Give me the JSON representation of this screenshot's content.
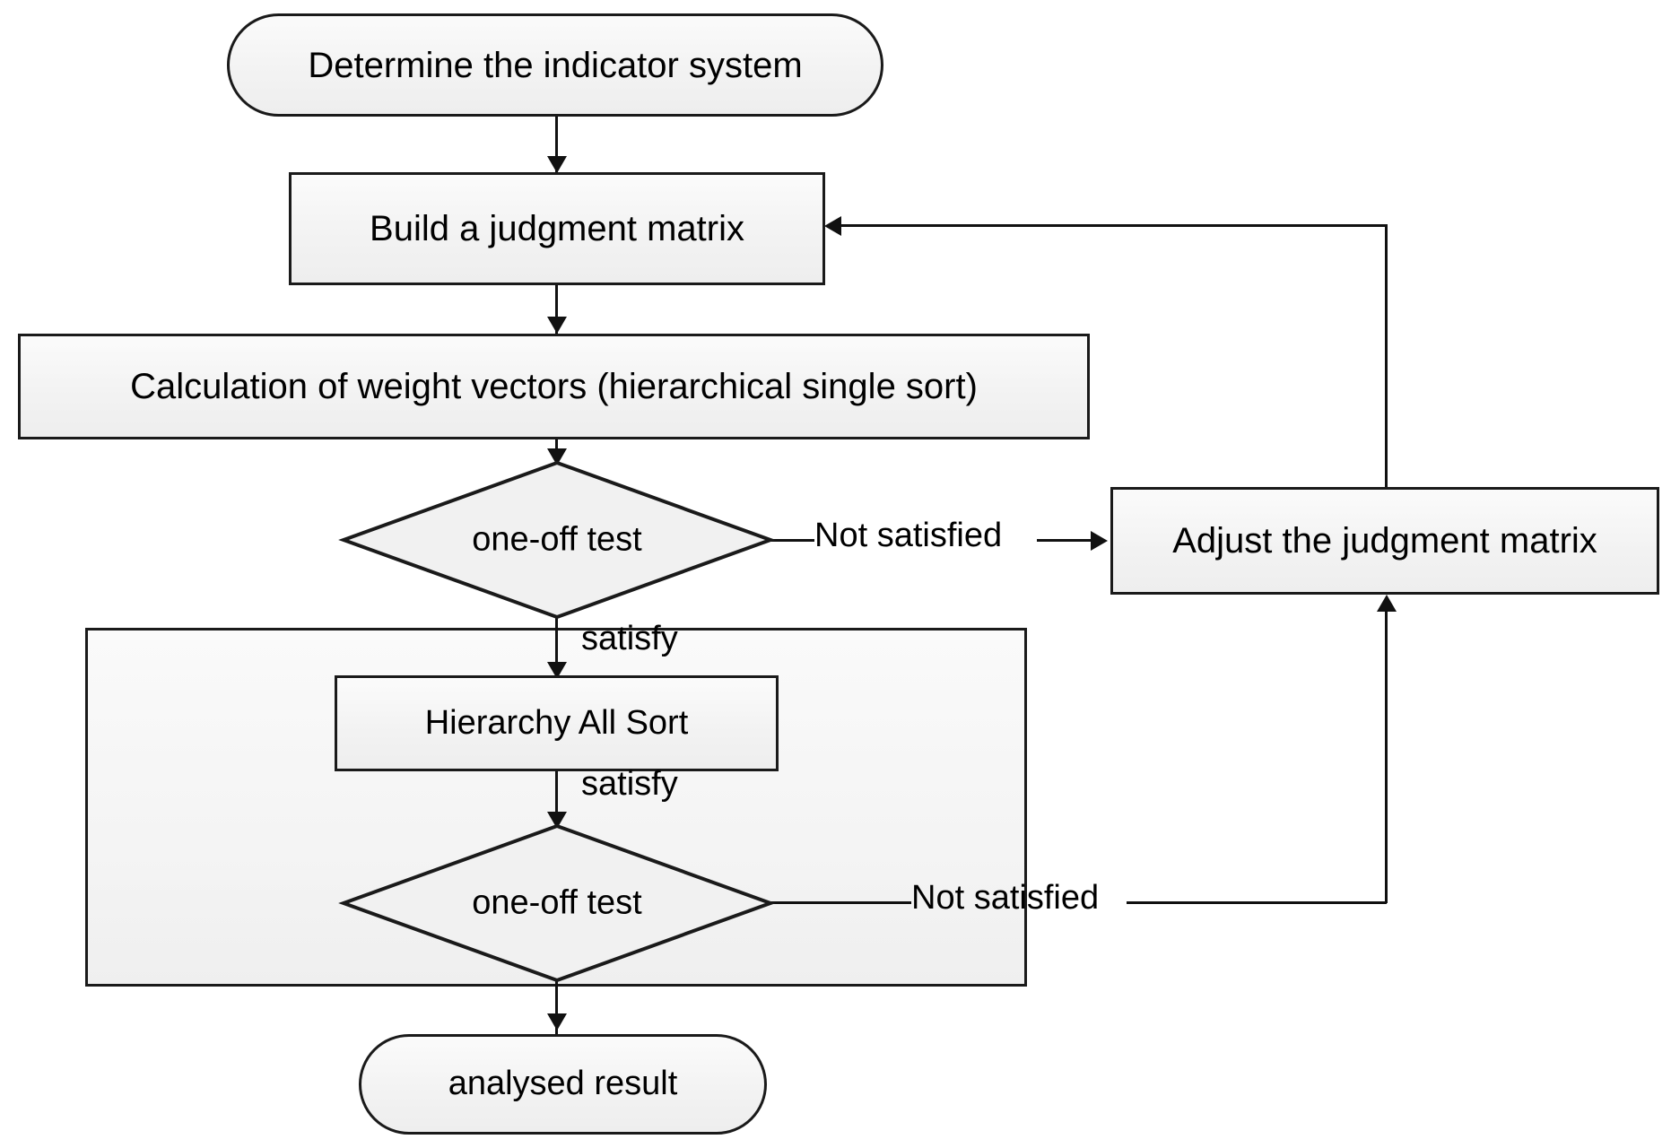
{
  "diagram": {
    "title": "AHP analysis flowchart",
    "background_color": "#ffffff",
    "node_fill": "#f2f2f2",
    "node_border": "#1a1a1a",
    "text_color": "#000000",
    "nodes": {
      "start": {
        "label": "Determine the indicator system",
        "shape": "terminator"
      },
      "build_matrix": {
        "label": "Build a judgment matrix",
        "shape": "process"
      },
      "calc_weights": {
        "label": "Calculation of weight vectors (hierarchical single sort)",
        "shape": "process"
      },
      "test_one": {
        "label": "one-off test",
        "shape": "decision"
      },
      "adjust_matrix": {
        "label": "Adjust the judgment matrix",
        "shape": "process"
      },
      "hierarchy_all_sort": {
        "label": "Hierarchy All Sort",
        "shape": "process"
      },
      "test_two": {
        "label": "one-off test",
        "shape": "decision"
      },
      "result": {
        "label": "analysed result",
        "shape": "terminator"
      }
    },
    "edge_labels": {
      "not_satisfied_upper": "Not satisfied",
      "satisfy_upper": "satisfy",
      "satisfy_lower": "satisfy",
      "not_satisfied_lower": "Not satisfied"
    }
  }
}
